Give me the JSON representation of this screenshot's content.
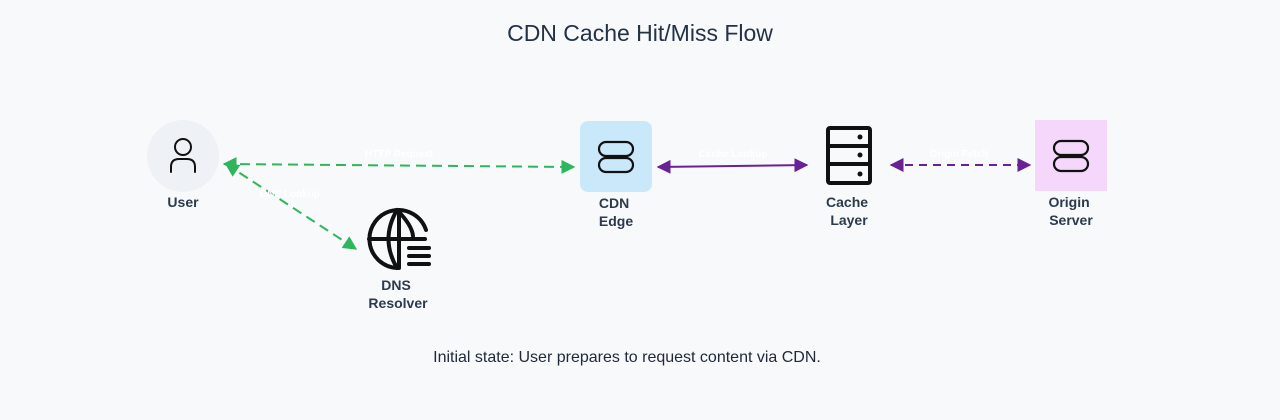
{
  "title": "CDN Cache Hit/Miss Flow",
  "caption": "Initial state: User prepares to request content via CDN.",
  "colors": {
    "background": "#f7f9fb",
    "user_circle": "#eef1f5",
    "cdn_edge_box": "#c9e9fb",
    "origin_box": "#f5d7fb",
    "green_edge": "#2fb65c",
    "purple_edge": "#6b2196",
    "icon_stroke": "#111111"
  },
  "nodes": {
    "user": {
      "label": [
        "User"
      ],
      "icon": "user-icon"
    },
    "dns": {
      "label": [
        "DNS",
        "Resolver"
      ],
      "icon": "globe-icon"
    },
    "cdn": {
      "label": [
        "CDN",
        "Edge"
      ],
      "icon": "server-icon"
    },
    "cache": {
      "label": [
        "Cache",
        "Layer"
      ],
      "icon": "server-rack-icon"
    },
    "origin": {
      "label": [
        "Origin",
        "Server"
      ],
      "icon": "server-icon"
    }
  },
  "edges": {
    "user_cdn": {
      "label": "HTTP Request",
      "style": "dashed",
      "direction": "both"
    },
    "user_dns": {
      "label": "DNS Lookup",
      "style": "dashed",
      "direction": "both"
    },
    "cdn_cache": {
      "label": "Cache Lookup",
      "style": "solid",
      "direction": "both"
    },
    "cache_origin": {
      "label": "Origin Fetch",
      "style": "dashed",
      "direction": "both"
    }
  }
}
